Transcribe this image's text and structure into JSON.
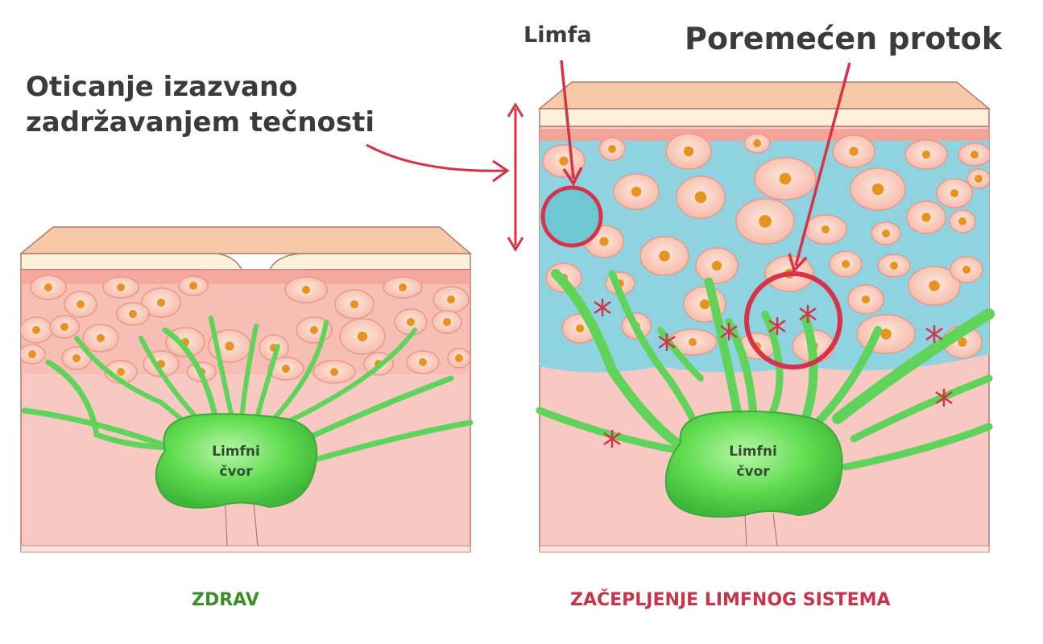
{
  "annotations": {
    "swelling_line1": "Oticanje izazvano",
    "swelling_line2": "zadržavanjem tečnosti",
    "lymph": "Limfa",
    "disrupted_flow": "Poremećen protok"
  },
  "panels": {
    "healthy": {
      "node_line1": "Limfni",
      "node_line2": "čvor",
      "caption": "ZDRAV"
    },
    "blocked": {
      "node_line1": "Limfni",
      "node_line2": "čvor",
      "caption": "ZAČEPLJENJE LIMFNOG SISTEMA"
    }
  },
  "colors": {
    "skin_top": "#f7c9a8",
    "epidermis": "#fdf1dc",
    "dermis": "#f8c9c2",
    "fluid": "#8fd3e0",
    "vessel": "#5fd35a",
    "accent_red": "#d6334a",
    "healthy_green": "#3a8f2a"
  }
}
